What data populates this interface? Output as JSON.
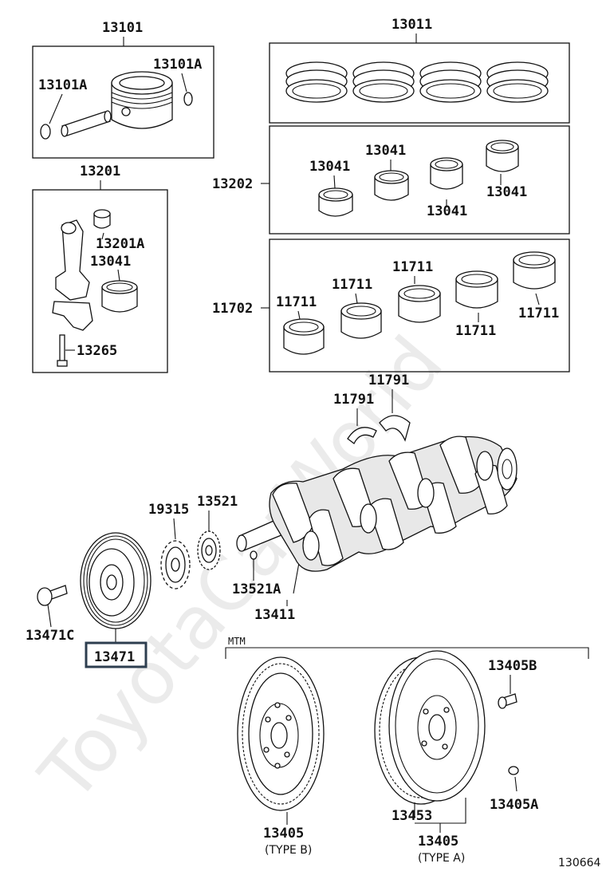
{
  "watermark": "ToyotaCarWorld",
  "drawing_number": "130664",
  "labels": {
    "p13101": "13101",
    "p13101a_l": "13101A",
    "p13101a_r": "13101A",
    "p13011": "13011",
    "p13201": "13201",
    "p13201a": "13201A",
    "p13041_rod": "13041",
    "p13265": "13265",
    "p13202": "13202",
    "p13041_a": "13041",
    "p13041_b": "13041",
    "p13041_c": "13041",
    "p13041_d": "13041",
    "p11702": "11702",
    "p11711_a": "11711",
    "p11711_b": "11711",
    "p11711_c": "11711",
    "p11711_d": "11711",
    "p11711_e": "11711",
    "p11791_top": "11791",
    "p11791_left": "11791",
    "p19315": "19315",
    "p13521": "13521",
    "p13521a": "13521A",
    "p13411": "13411",
    "p13471c": "13471C",
    "p13471": "13471",
    "mtm": "MTM",
    "p13405b": "13405B",
    "p13405a": "13405A",
    "p13405_b": "13405",
    "type_b": "(TYPE B)",
    "p13453": "13453",
    "p13405_a": "13405",
    "type_a": "(TYPE A)"
  },
  "highlight_color": "#2d3e4f"
}
